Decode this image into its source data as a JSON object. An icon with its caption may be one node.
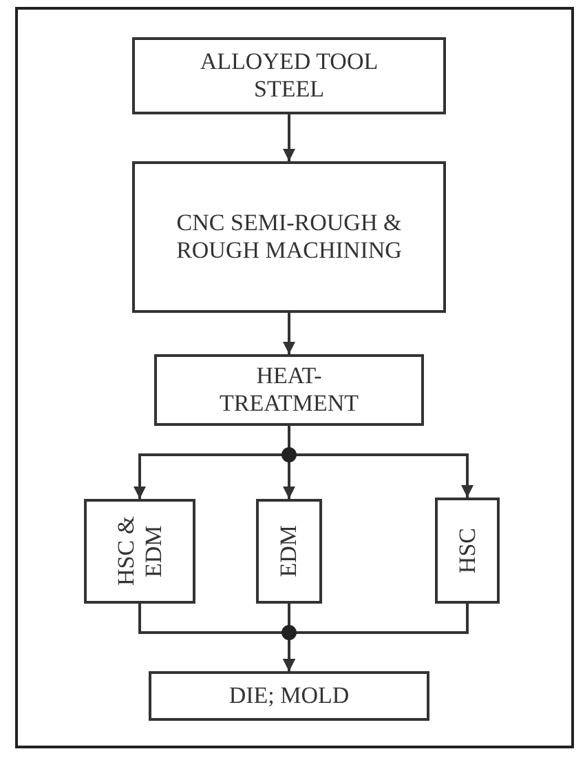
{
  "diagram": {
    "nodes": [
      {
        "text": [
          "ALLOYED TOOL STEEL"
        ]
      },
      {
        "text": [
          "CNC SEMI-ROUGH & ROUGH MACHINING"
        ]
      },
      {
        "text": [
          "HEAT-TREATMENT"
        ]
      },
      {
        "text": [
          "HSC & EDM"
        ]
      },
      {
        "text": [
          "EDM"
        ]
      },
      {
        "text": [
          "HSC"
        ]
      },
      {
        "text": [
          "DIE; MOLD"
        ]
      }
    ],
    "edges": [
      {
        "from": 0,
        "to": 1,
        "arrow": "to"
      },
      {
        "from": 1,
        "to": 2,
        "arrow": "to"
      },
      {
        "from": 2,
        "to": 3,
        "arrow": "to"
      },
      {
        "from": 2,
        "to": 4,
        "arrow": "to"
      },
      {
        "from": 2,
        "to": 5,
        "arrow": "to"
      },
      {
        "from": 3,
        "to": 6,
        "arrow": "to"
      },
      {
        "from": 4,
        "to": 6,
        "arrow": "to"
      },
      {
        "from": 5,
        "to": 6,
        "arrow": "to"
      }
    ]
  }
}
